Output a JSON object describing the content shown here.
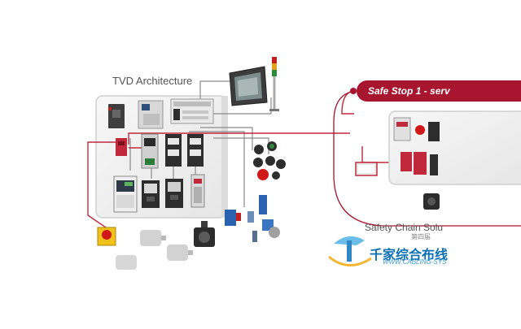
{
  "diagram": {
    "left_panel": {
      "title": "TVD Architecture"
    },
    "callout": {
      "label": "Safe Stop 1 - serv"
    },
    "right_panel": {
      "title": "Safety Chain Solu"
    },
    "watermark": {
      "cn_text": "千家综合布线",
      "en_text": "WWW.CABLING-SYS",
      "small_text": "第四届"
    },
    "colors": {
      "wire_red": "#c0283c",
      "wire_gray": "#8a8a8a",
      "banner": "#a8152e",
      "panel_border": "#c8c8c8",
      "watermark_blue": "#0b6fb3"
    },
    "icons": [
      "hmi-terminal-icon",
      "signal-tower-icon",
      "plc-icon",
      "variable-speed-drive-icon",
      "contactor-icon",
      "emergency-stop-icon",
      "pushbutton-icon",
      "proximity-sensor-icon",
      "servo-motor-icon",
      "ac-motor-icon",
      "watermark-logo-icon"
    ]
  }
}
